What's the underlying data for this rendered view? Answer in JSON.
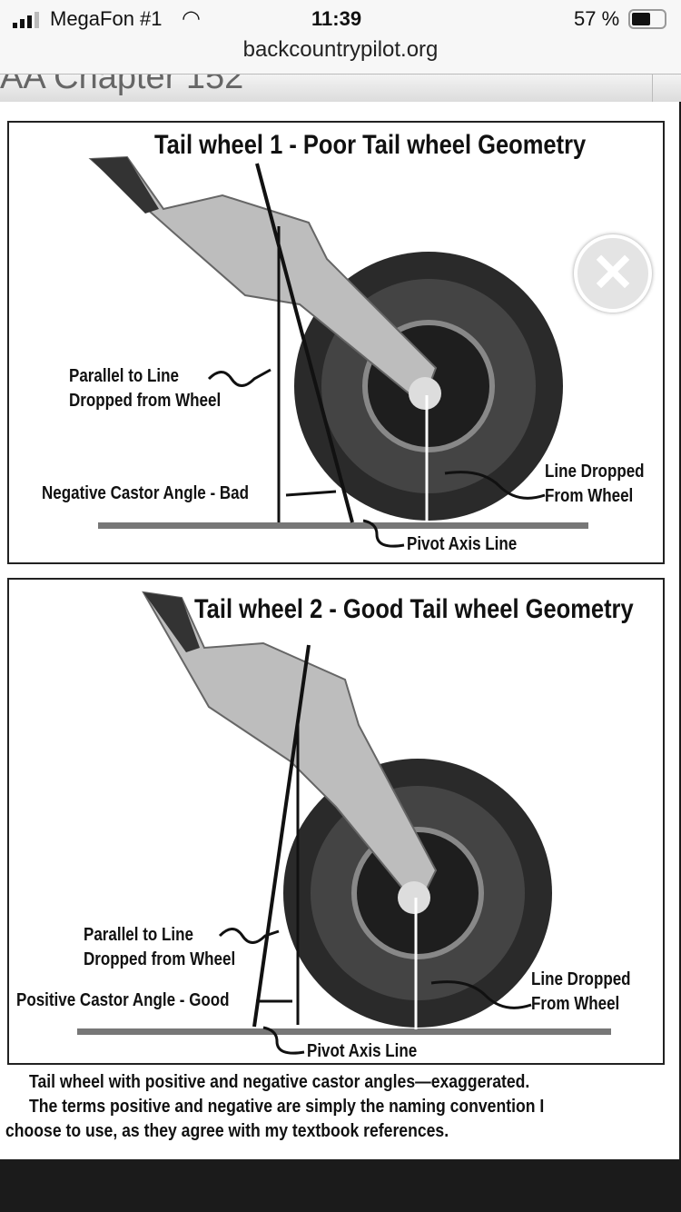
{
  "status_bar": {
    "carrier": "MegaFon #1",
    "time": "11:39",
    "battery": "57 %"
  },
  "browser": {
    "url": "backcountrypilot.org"
  },
  "page": {
    "header_partial": "AA Chapter 152"
  },
  "figure": {
    "panel1": {
      "title": "Tail wheel 1 - Poor Tail wheel Geometry",
      "parallel_label": [
        "Parallel to Line",
        "Dropped from Wheel"
      ],
      "angle_label": "Negative Castor Angle - Bad",
      "dropped_label": [
        "Line Dropped",
        "From Wheel"
      ],
      "pivot_label": "Pivot Axis Line"
    },
    "panel2": {
      "title": "Tail wheel 2 - Good Tail wheel Geometry",
      "parallel_label": [
        "Parallel to Line",
        "Dropped from Wheel"
      ],
      "angle_label": "Positive Castor Angle - Good",
      "dropped_label": [
        "Line Dropped",
        "From Wheel"
      ],
      "pivot_label": "Pivot Axis Line"
    }
  },
  "caption": {
    "line1": "Tail wheel with positive and negative castor angles—exaggerated.",
    "line2": "The terms positive and negative are simply the naming convention I",
    "line3": "choose to use, as they agree with my textbook references."
  },
  "close_icon": "close-icon"
}
